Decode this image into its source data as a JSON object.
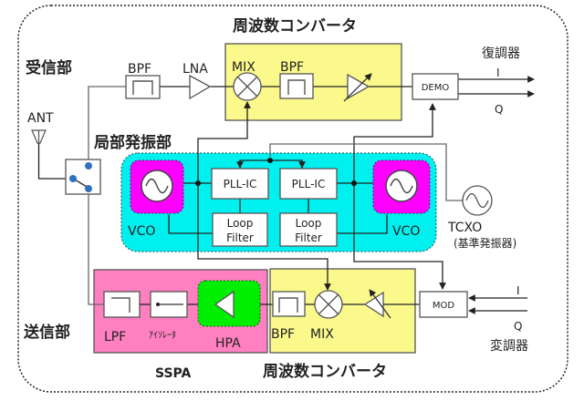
{
  "diagram": {
    "receiver_label": "受信部",
    "transmitter_label": "送信部",
    "local_osc_label": "局部発振部",
    "ant_label": "ANT",
    "rx": {
      "bpf_label": "BPF",
      "lna_label": "LNA",
      "converter_title": "周波数コンバータ",
      "mix_label": "MIX",
      "conv_bpf_label": "BPF",
      "demo_label": "DEMO",
      "demodulator_label": "復調器",
      "i_label": "I",
      "q_label": "Q"
    },
    "lo": {
      "vco_left_label": "VCO",
      "vco_right_label": "VCO",
      "pll_left_label": "PLL-IC",
      "pll_right_label": "PLL-IC",
      "loop_left_line1": "Loop",
      "loop_left_line2": "Filter",
      "loop_right_line1": "Loop",
      "loop_right_line2": "Filter",
      "tcxo_label": "TCXO",
      "tcxo_sub_label": "(基準発振器)"
    },
    "tx": {
      "lpf_label": "LPF",
      "isolator_label": "ｱｲｿﾚｰﾀ",
      "hpa_label": "HPA",
      "sspa_label": "SSPA",
      "conv_bpf_label": "BPF",
      "mix_label": "MIX",
      "converter_title": "周波数コンバータ",
      "mod_label": "MOD",
      "modulator_label": "変調器",
      "i_label": "I",
      "q_label": "Q"
    },
    "colors": {
      "converter_fill": "#fbf98c",
      "lo_fill": "#00f0f0",
      "vco_fill": "#ff00ff",
      "sspa_fill": "#ff80c0",
      "hpa_fill": "#00ee00"
    }
  }
}
